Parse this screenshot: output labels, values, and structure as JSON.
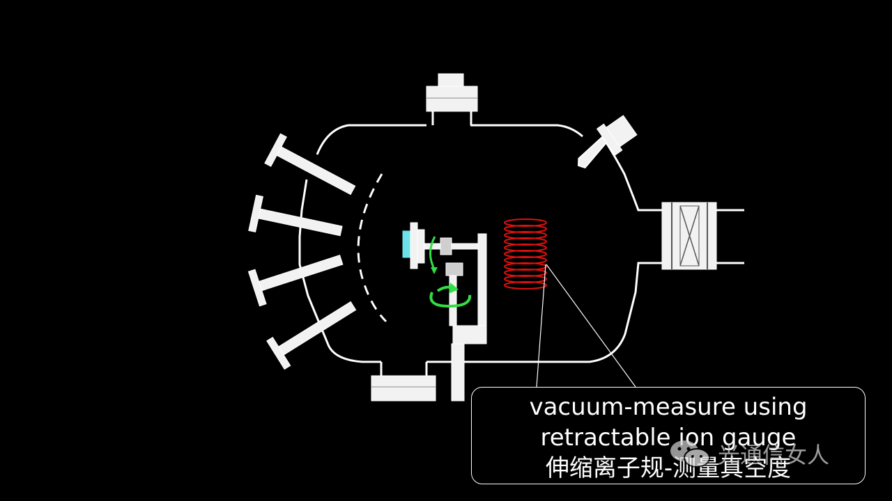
{
  "callout": {
    "line1": "vacuum-measure using",
    "line2": "retractable ion gauge",
    "line3": "伸缩离子规-测量真空度"
  },
  "watermark": {
    "text": "光通信女人",
    "icon": "wechat-icon"
  },
  "colors": {
    "background": "#000000",
    "outline": "#ffffff",
    "flange_fill": "#f2f2f2",
    "ion_gauge_coil": "#e01010",
    "rotation_arrow": "#33dd44",
    "sample_window": "#6ee0e8"
  }
}
